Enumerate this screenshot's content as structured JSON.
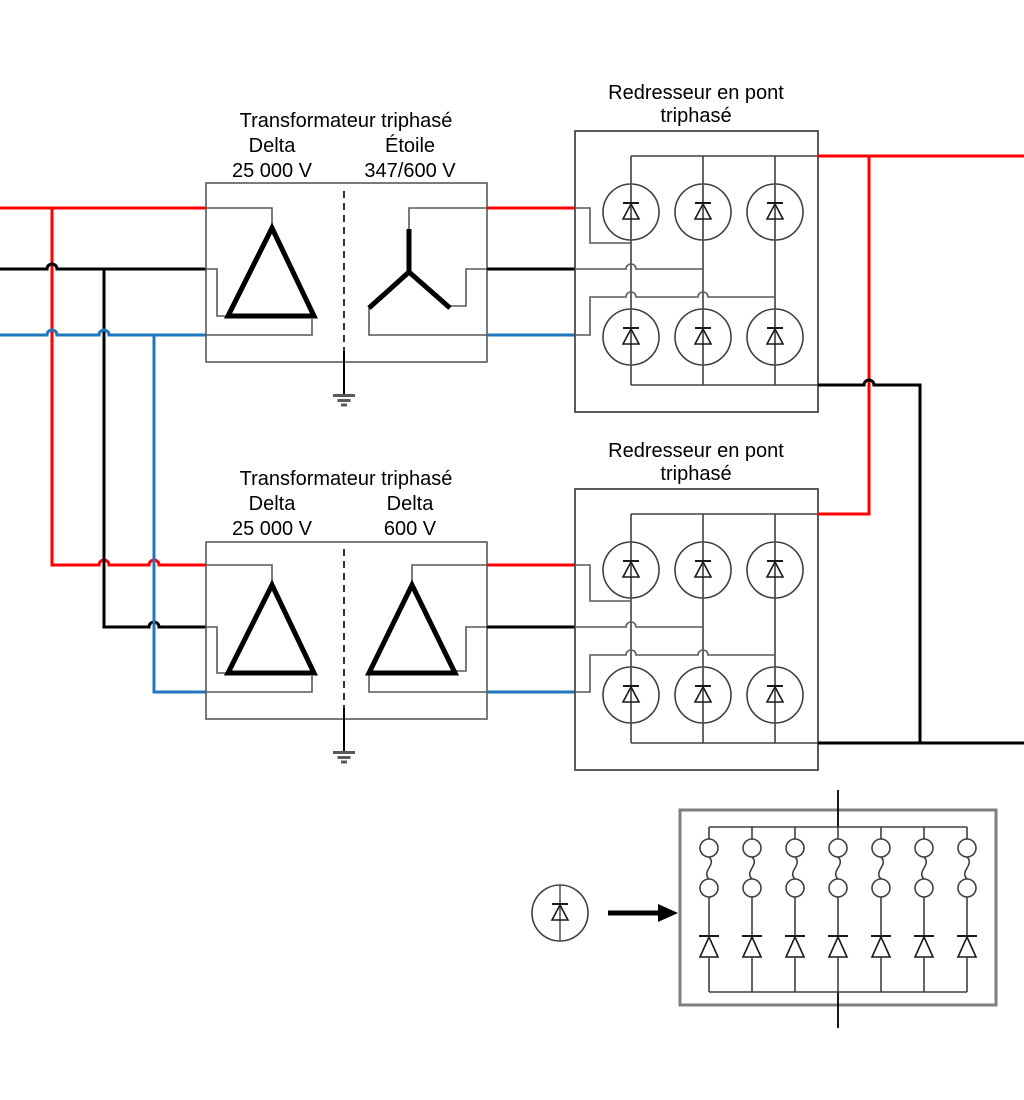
{
  "colors": {
    "phase_red": "#fe0000",
    "phase_blue": "#1f76bc",
    "phase_black": "#000000",
    "wire_gray": "#595959",
    "box_gray": "#7f7f7f"
  },
  "transformers": {
    "top": {
      "title": "Transformateur triphasé",
      "primary_type": "Delta",
      "secondary_type": "Étoile",
      "primary_voltage": "25 000 V",
      "secondary_voltage": "347/600 V"
    },
    "bottom": {
      "title": "Transformateur triphasé",
      "primary_type": "Delta",
      "secondary_type": "Delta",
      "primary_voltage": "25 000 V",
      "secondary_voltage": "600 V"
    }
  },
  "rectifiers": {
    "top": {
      "title_line1": "Redresseur en pont",
      "title_line2": "triphasé"
    },
    "bottom": {
      "title_line1": "Redresseur en pont",
      "title_line2": "triphasé"
    }
  },
  "icons": {
    "diode": "diode-in-circle",
    "ground": "earth-ground",
    "fuse": "fuse-link",
    "arrow": "detail-expansion-arrow"
  }
}
